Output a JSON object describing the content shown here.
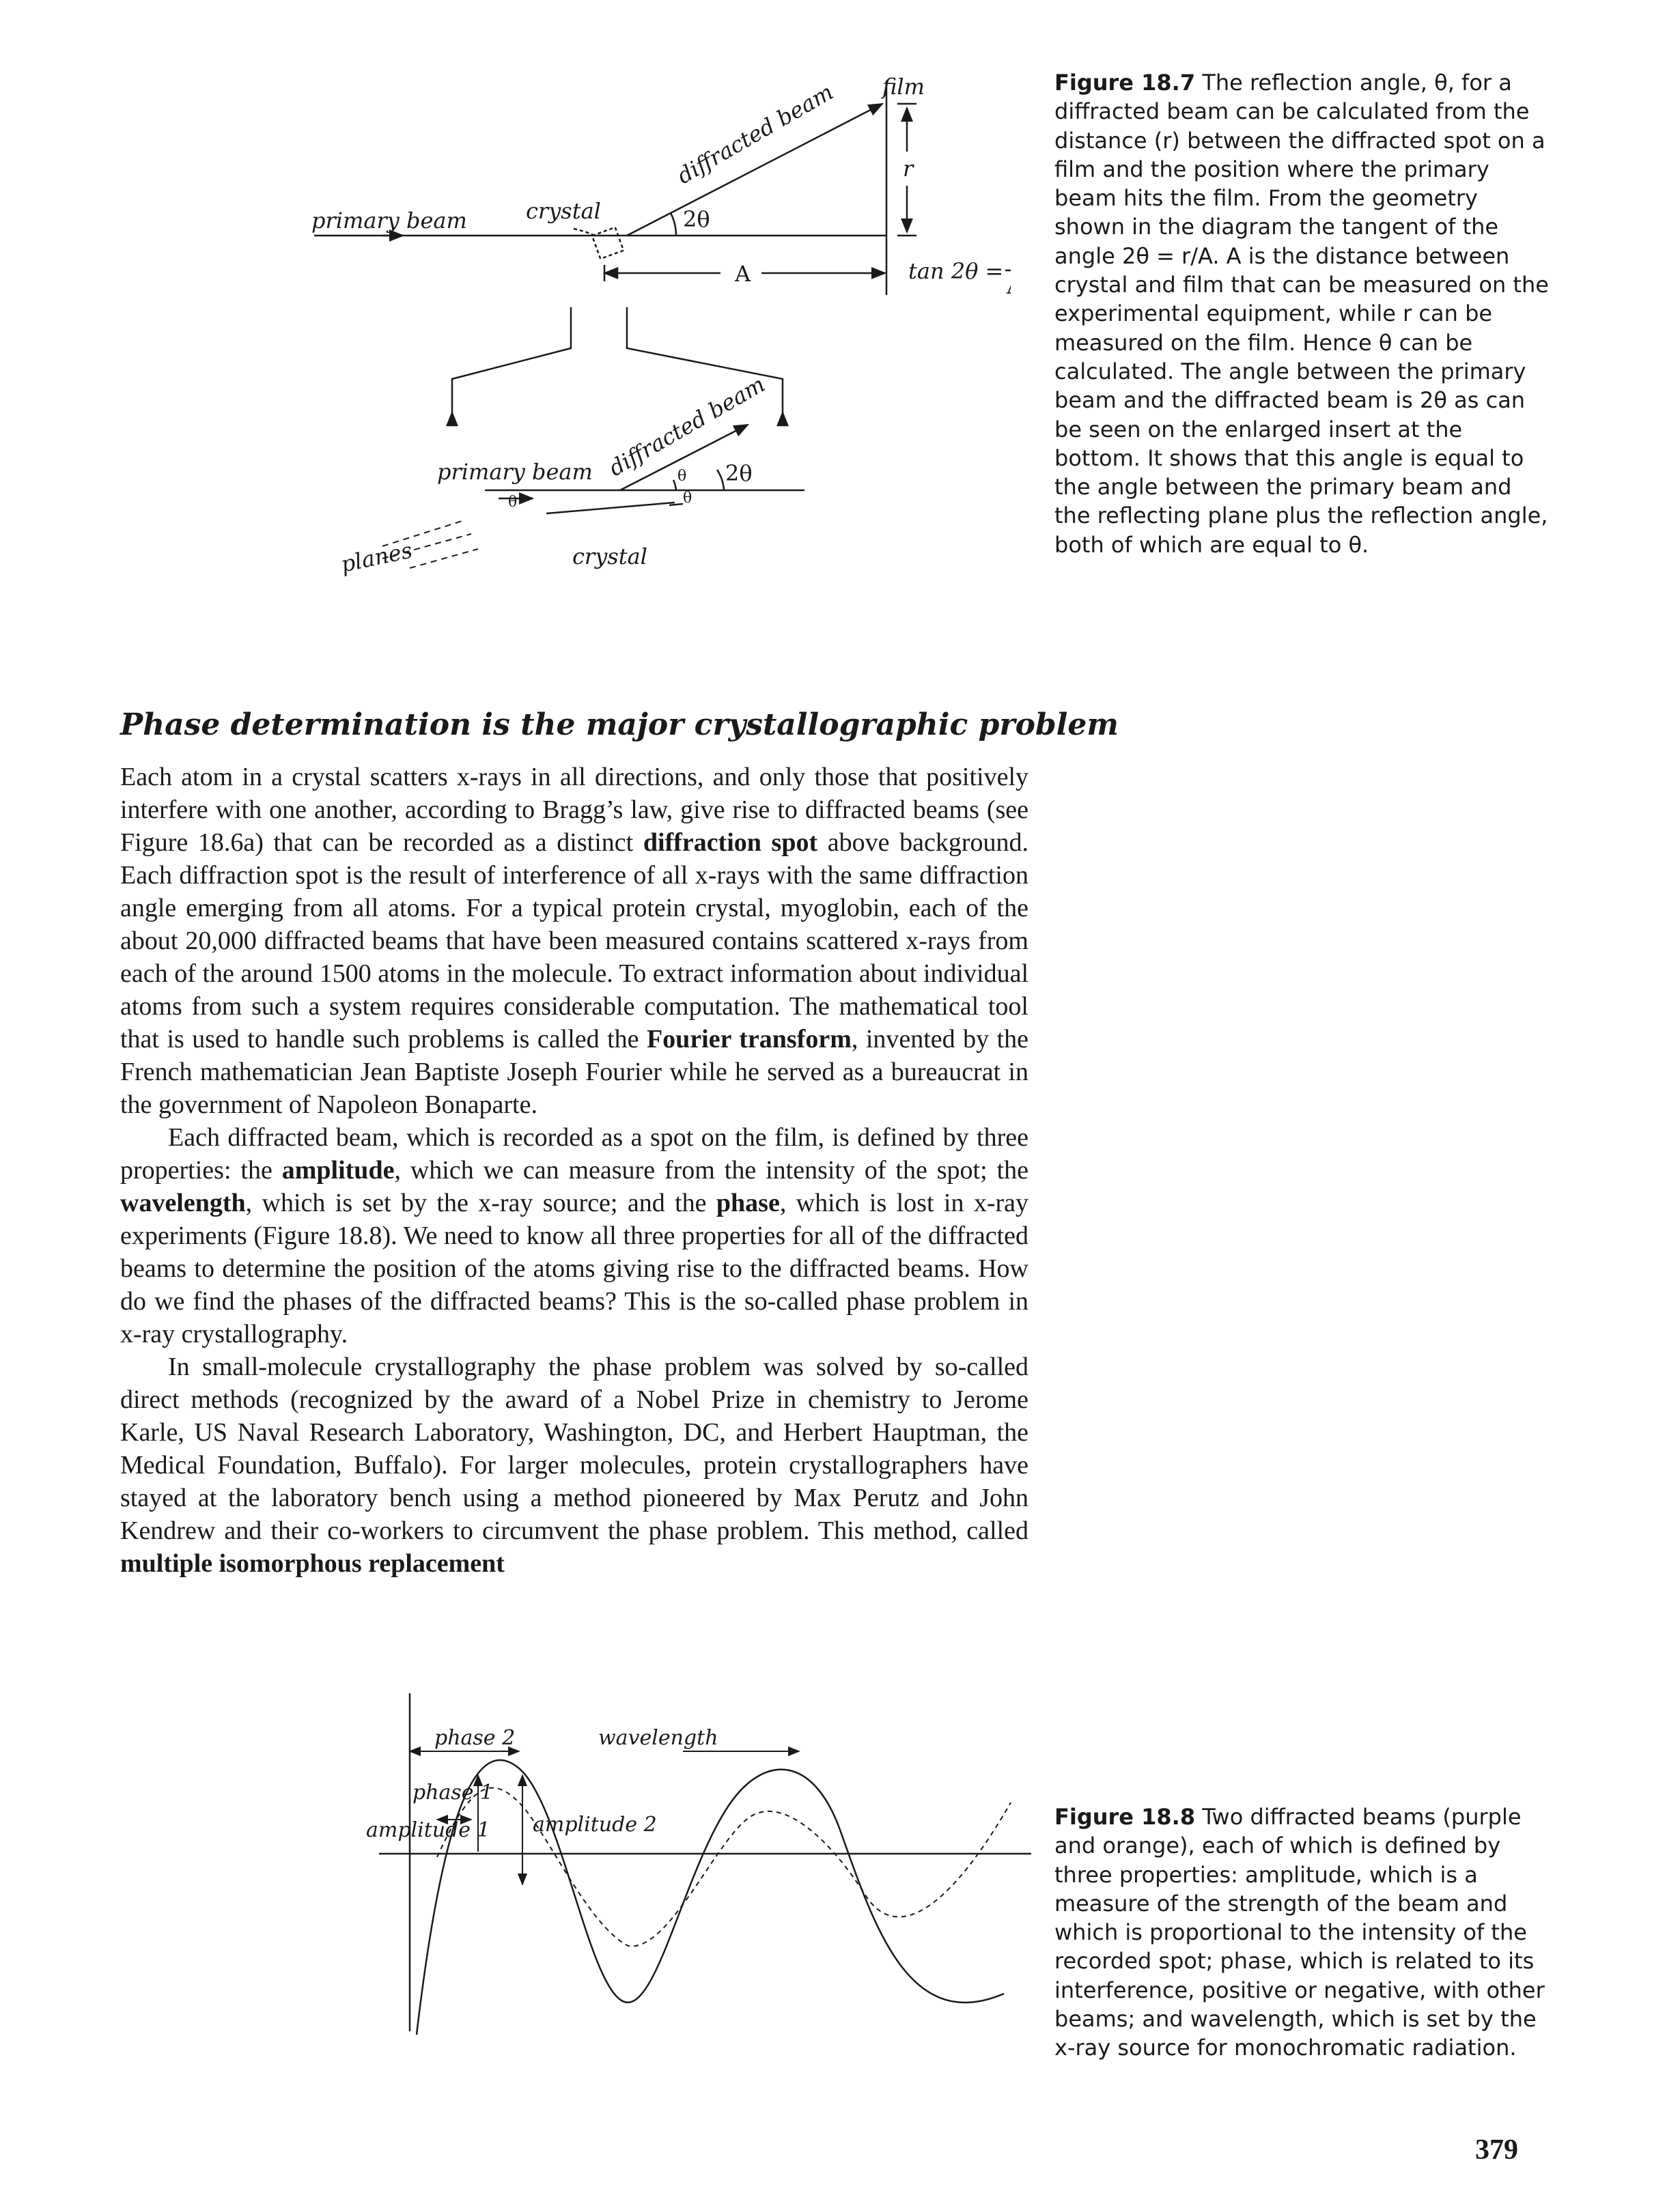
{
  "figure_18_7": {
    "labels": {
      "film": "film",
      "diffracted_beam": "diffracted beam",
      "r": "r",
      "primary_beam": "primary beam",
      "crystal": "crystal",
      "two_theta": "2θ",
      "A": "A",
      "tan_lhs": "tan 2θ =",
      "tan_num": "r",
      "tan_den": "A",
      "theta": "θ",
      "planes": "planes"
    },
    "caption": {
      "label": "Figure 18.7",
      "text": " The reflection angle, θ, for a diffracted beam can be calculated from the distance (r) between the diffracted spot on a film and the position where the primary beam hits the film. From the geometry shown in the diagram the tangent of the angle 2θ = r/A. A is the distance between crystal and film that can be measured on the experimental equipment, while r can be measured on the film. Hence θ can be calculated. The angle between the primary beam and the diffracted beam is 2θ as can be seen on the enlarged insert at the bottom. It shows that this angle is equal to the angle between the primary beam and the reflecting plane plus the reflection angle, both of which are equal to θ."
    }
  },
  "section": {
    "heading": "Phase determination is the major crystallographic problem",
    "p1": {
      "a": "Each atom in a crystal scatters x-rays in all directions, and only those that positively interfere with one another, according to Bragg’s law, give rise to diffracted beams (see Figure 18.6a) that can be recorded as a distinct ",
      "b1": "diffraction spot",
      "c": " above background. Each diffraction spot is the result of interference of all x-rays with the same diffraction angle emerging from all atoms. For a typical protein crystal, myoglobin, each of the about 20,000 diffracted beams that have been measured contains scattered x-rays from each of the around 1500 atoms in the molecule. To extract information about individual atoms from such a system requires considerable computation. The mathematical tool that is used to handle such problems is called the ",
      "b2": "Fourier transform",
      "d": ", invented by the French mathematician Jean Baptiste Joseph Fourier while he served as a bureaucrat in the government of Napoleon Bonaparte."
    },
    "p2": {
      "a": "Each diffracted beam, which is recorded as a spot on the film, is defined by three properties: the ",
      "b1": "amplitude",
      "c": ", which we can measure from the intensity of the spot; the ",
      "b2": "wavelength",
      "d": ", which is set by the x-ray source; and the ",
      "b3": "phase",
      "e": ", which is lost in x-ray experiments (Figure 18.8). We need to know all three properties for all of the diffracted beams to determine the position of the atoms giving rise to the diffracted beams. How do we find the phases of the diffracted beams? This is the so-called phase problem in x-ray crystallography."
    },
    "p3": {
      "a": "In small-molecule crystallography the phase problem was solved by so-called direct methods (recognized by the award of a Nobel Prize in chemistry to Jerome Karle, US Naval Research Laboratory, Washington, DC, and Herbert Hauptman, the Medical Foundation, Buffalo). For larger molecules, protein crystallographers have stayed at the laboratory bench using a method pioneered by Max Perutz and John Kendrew and their co-workers to circumvent the phase problem. This method, called ",
      "b1": "multiple isomorphous replacement"
    }
  },
  "figure_18_8": {
    "labels": {
      "phase2": "phase 2",
      "wavelength": "wavelength",
      "phase1": "phase 1",
      "amplitude1": "amplitude 1",
      "amplitude2": "amplitude 2"
    },
    "caption": {
      "label": "Figure 18.8",
      "text": " Two diffracted beams (purple and orange), each of which is defined by three properties: amplitude, which is a measure of the strength of the beam and which is proportional to the intensity of the recorded spot; phase, which is related to its interference, positive or negative, with other beams; and wavelength, which is set by the x-ray source for monochromatic radiation."
    }
  },
  "page_number": "379"
}
